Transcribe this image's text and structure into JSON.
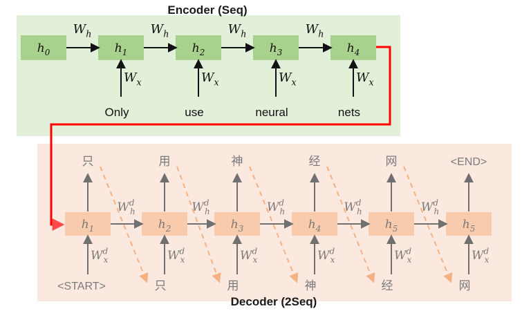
{
  "encoder": {
    "title": "Encoder (Seq)",
    "states": [
      {
        "symbol": "h",
        "sub": "0"
      },
      {
        "symbol": "h",
        "sub": "1"
      },
      {
        "symbol": "h",
        "sub": "2"
      },
      {
        "symbol": "h",
        "sub": "3"
      },
      {
        "symbol": "h",
        "sub": "4"
      }
    ],
    "recurrent_weight": {
      "symbol": "W",
      "sub": "h"
    },
    "input_weight": {
      "symbol": "W",
      "sub": "x"
    },
    "inputs": [
      "Only",
      "use",
      "neural",
      "nets"
    ]
  },
  "decoder": {
    "title": "Decoder (2Seq)",
    "states": [
      {
        "symbol": "h",
        "sub": "1"
      },
      {
        "symbol": "h",
        "sub": "2"
      },
      {
        "symbol": "h",
        "sub": "3"
      },
      {
        "symbol": "h",
        "sub": "4"
      },
      {
        "symbol": "h",
        "sub": "5"
      },
      {
        "symbol": "h",
        "sub": "5"
      }
    ],
    "recurrent_weight": {
      "symbol": "W",
      "sub": "h",
      "sup": "d"
    },
    "input_weight": {
      "symbol": "W",
      "sub": "x",
      "sup": "d"
    },
    "outputs": [
      "只",
      "用",
      "神",
      "经",
      "网",
      "<END>"
    ],
    "inputs": [
      "<START>",
      "只",
      "用",
      "神",
      "经",
      "网"
    ]
  },
  "colors": {
    "encoder_bg": "#e2efd9",
    "encoder_node": "#a9d18e",
    "decoder_bg": "#fbe9df",
    "decoder_node": "#f8cbad",
    "context_arrow": "#ff0000",
    "feedback_arrow": "#f8cbad"
  }
}
